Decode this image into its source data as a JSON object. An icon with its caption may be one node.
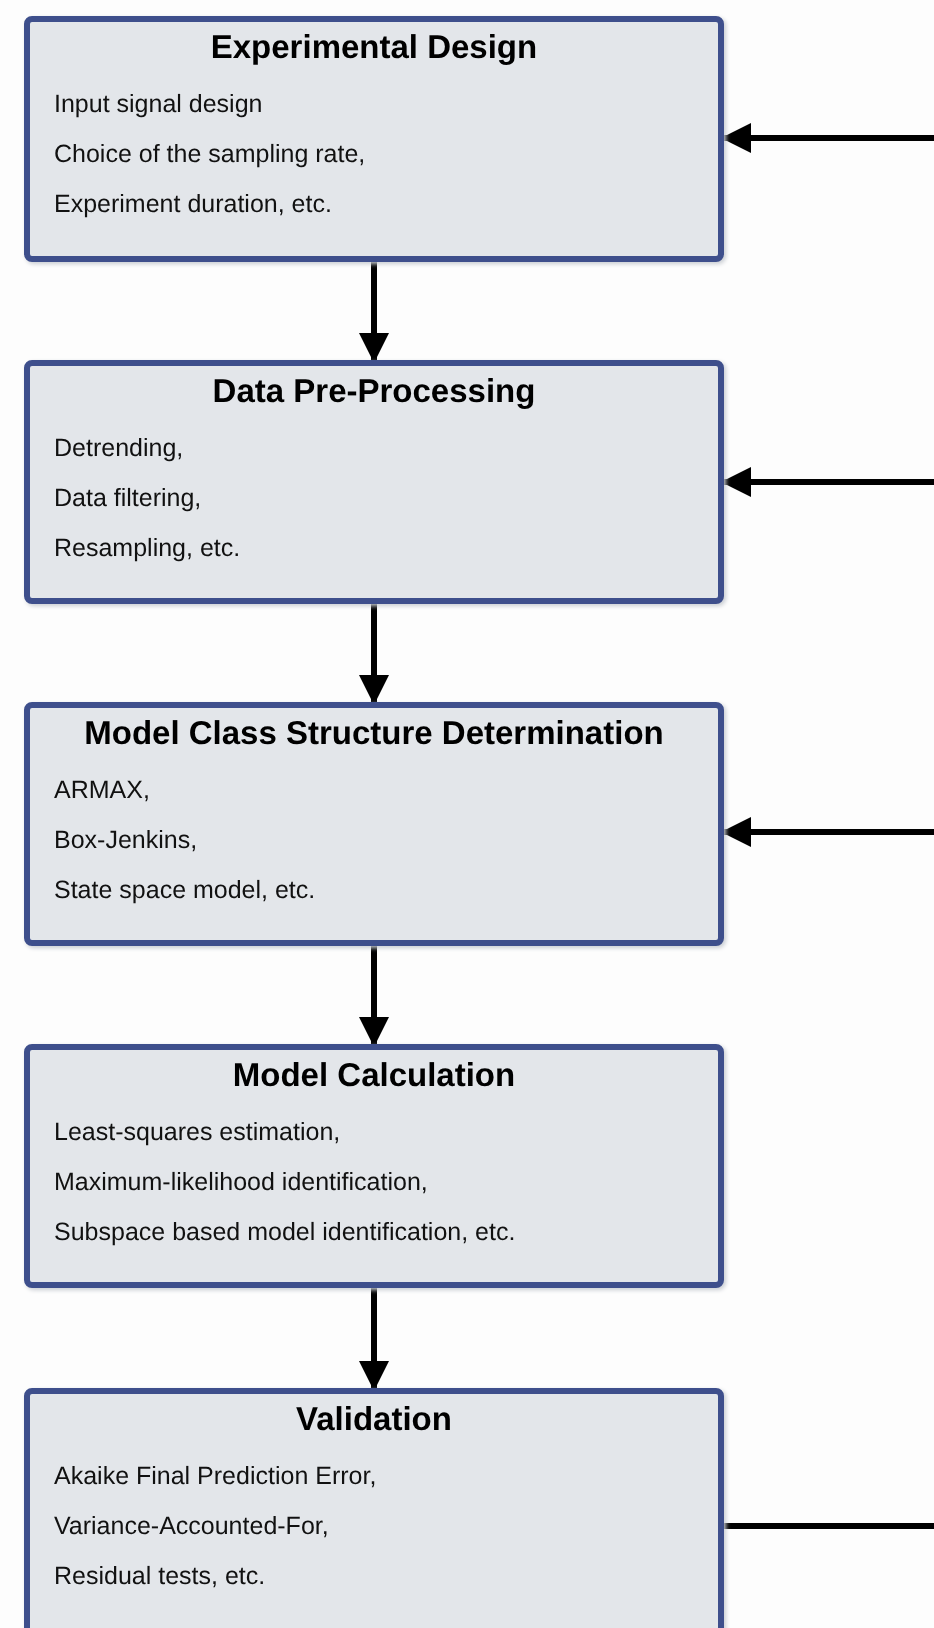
{
  "diagram": {
    "nodes": [
      {
        "text": [
          "Experimental Design",
          "Input signal design",
          "Choice of the sampling rate,",
          "Experiment duration, etc."
        ]
      },
      {
        "text": [
          "Data Pre-Processing",
          "Detrending,",
          "Data filtering,",
          "Resampling, etc."
        ]
      },
      {
        "text": [
          "Model Class Structure Determination",
          "ARMAX,",
          "Box-Jenkins,",
          "State space model, etc."
        ]
      },
      {
        "text": [
          "Model Calculation",
          "Least-squares estimation,",
          "Maximum-likelihood identification,",
          "Subspace based model identification, etc."
        ]
      },
      {
        "text": [
          "Validation",
          "Akaike Final Prediction Error,",
          "Variance-Accounted-For,",
          "Residual tests, etc."
        ]
      }
    ],
    "edges": [
      {
        "from": 0,
        "to": 1,
        "arrow": "to"
      },
      {
        "from": 1,
        "to": 2,
        "arrow": "to"
      },
      {
        "from": 2,
        "to": 3,
        "arrow": "to"
      },
      {
        "from": 3,
        "to": 4,
        "arrow": "to"
      },
      {
        "from": null,
        "to": 0,
        "arrow": "to"
      },
      {
        "from": null,
        "to": 1,
        "arrow": "to"
      },
      {
        "from": null,
        "to": 2,
        "arrow": "to"
      },
      {
        "from": 4,
        "to": null,
        "arrow": "none"
      }
    ]
  }
}
